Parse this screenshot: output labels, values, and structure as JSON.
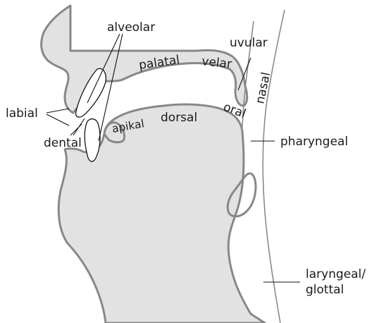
{
  "diagram": {
    "labels": {
      "alveolar": "alveolar",
      "palatal": "palatal",
      "velar": "velar",
      "uvular": "uvular",
      "nasal": "nasal",
      "oral": "oral",
      "labial": "labial",
      "dental": "dental",
      "apikal": "apikal",
      "dorsal": "dorsal",
      "pharyngeal": "pharyngeal",
      "laryngeal": "laryngeal/",
      "glottal": "glottal"
    },
    "colors": {
      "tissue_fill": "#e2e2e2",
      "tissue_outline": "#888888",
      "teeth_fill": "#ffffff",
      "text": "#1a1a1a"
    }
  }
}
